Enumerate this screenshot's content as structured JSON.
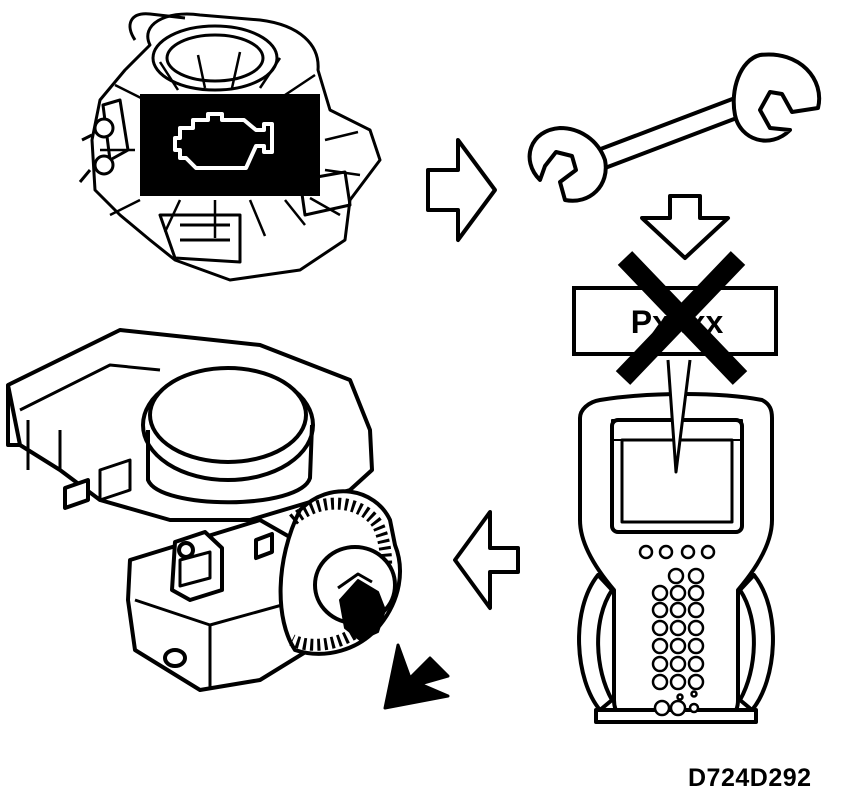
{
  "figure": {
    "id": "D724D292",
    "dtc_label": "Pxxxx",
    "steps": [
      "malfunction-indicator-lamp-on",
      "repair",
      "clear-dtc-with-scan-tool",
      "throttle-body-relearn"
    ]
  },
  "colors": {
    "ink": "#000000",
    "paper": "#ffffff"
  }
}
